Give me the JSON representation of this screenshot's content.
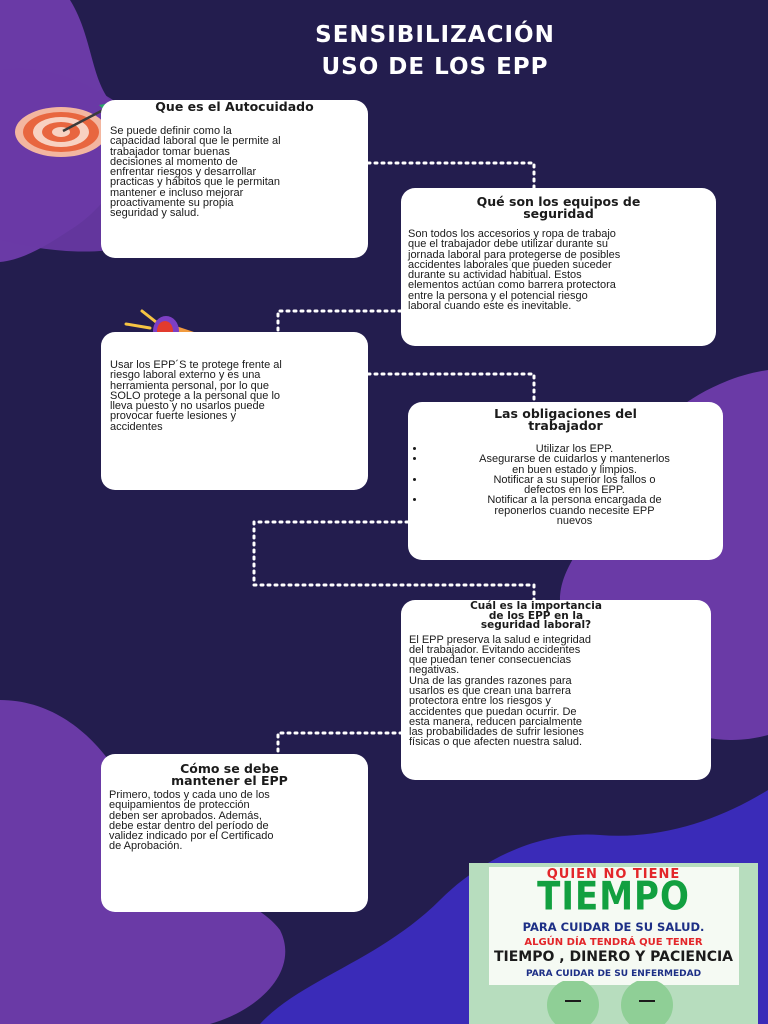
{
  "title": {
    "line1": "SENSIBILIZACIÓN",
    "line2": "USO DE LOS EPP"
  },
  "cards": {
    "autocuidado": {
      "heading": "Que es el Autocuidado",
      "lines": [
        "Se puede definir como la",
        "capacidad laboral que le permite al",
        "trabajador tomar buenas",
        "decisiones al momento de",
        "enfrentar riesgos y desarrollar",
        "practicas y hábitos que le permitan",
        "mantener e incluso mejorar",
        "proactivamente su propia",
        "seguridad y salud."
      ]
    },
    "equipos": {
      "heading_lines": [
        "Qué son los equipos de",
        "seguridad"
      ],
      "lines": [
        "Son todos los accesorios y ropa de trabajo",
        "que el trabajador debe utilizar durante su",
        "jornada laboral para protegerse de posibles",
        "accidentes laborales que pueden suceder",
        "durante su actividad habitual. Estos",
        "elementos actúan como barrera protectora",
        "entre la persona y el potencial riesgo",
        "laboral cuando este es inevitable."
      ]
    },
    "usar": {
      "lines": [
        "Usar los EPP´S te protege frente al",
        "riesgo laboral externo y es una",
        "herramienta personal, por lo que",
        "SOLO protege a la personal que lo",
        "lleva puesto y no usarlos puede",
        "provocar fuerte lesiones y",
        "accidentes"
      ]
    },
    "obligaciones": {
      "heading_lines": [
        "Las obligaciones del",
        "trabajador"
      ],
      "items": [
        [
          "Utilizar los EPP."
        ],
        [
          "Asegurarse de cuidarlos y mantenerlos",
          "en buen estado y limpios."
        ],
        [
          "Notificar a su superior los fallos o",
          "defectos en los EPP."
        ],
        [
          "Notificar a la persona encargada de",
          "reponerlos cuando necesite EPP",
          "nuevos"
        ]
      ]
    },
    "importancia": {
      "heading_lines": [
        "Cuál es la importancia",
        "de los EPP en la",
        "seguridad laboral?"
      ],
      "lines": [
        "El EPP preserva la salud e integridad",
        "del trabajador. Evitando accidentes",
        "que puedan tener consecuencias",
        "negativas.",
        "Una de las grandes razones para",
        "usarlos es que crean una barrera",
        "protectora entre los riesgos y",
        "accidentes que puedan ocurrir. De",
        "esta manera, reducen parcialmente",
        "las probabilidades de sufrir lesiones",
        "físicas o que afecten nuestra salud."
      ]
    },
    "mantener": {
      "heading_lines": [
        "Cómo se debe",
        "mantener el EPP"
      ],
      "lines": [
        "Primero, todos y cada uno de los",
        "equipamientos de protección",
        "deben ser aprobados. Además,",
        "debe estar dentro del período de",
        "validez indicado por el Certificado",
        "de Aprobación."
      ]
    }
  },
  "poster": {
    "line1": "QUIEN NO TIENE",
    "line2": "TIEMPO",
    "line3": "PARA CUIDAR DE SU SALUD.",
    "line4": "ALGÚN DÍA TENDRÁ QUE TENER",
    "line5": "TIEMPO , DINERO Y PACIENCIA",
    "line6": "PARA CUIDAR DE SU ENFERMEDAD"
  },
  "colors": {
    "background": "#231d4e",
    "blob": "#6a3aa6",
    "card": "#ffffff",
    "poster_red": "#e3262a",
    "poster_green": "#12a040",
    "poster_blue": "#1d2f86"
  },
  "icons": [
    "target-icon",
    "megaphone-icon"
  ]
}
